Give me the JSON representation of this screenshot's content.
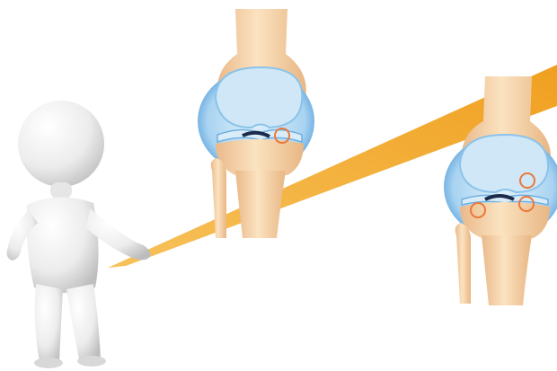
{
  "scene": {
    "background": "#ffffff",
    "stages": [
      {
        "id": "early",
        "highlight_count": 1
      },
      {
        "id": "advanced",
        "highlight_count": 3
      }
    ]
  },
  "colors": {
    "bone": "#f7d9b0",
    "bone_shade": "#eab98a",
    "cartilage": "#bfe0f5",
    "cartilage_edge": "#5ea9e0",
    "joint_gap": "#1c2b4a",
    "highlight": "#e9793a",
    "beam": "#f2a72c",
    "figure": "#f1f1f1",
    "figure_shade": "#cfcfcf"
  }
}
